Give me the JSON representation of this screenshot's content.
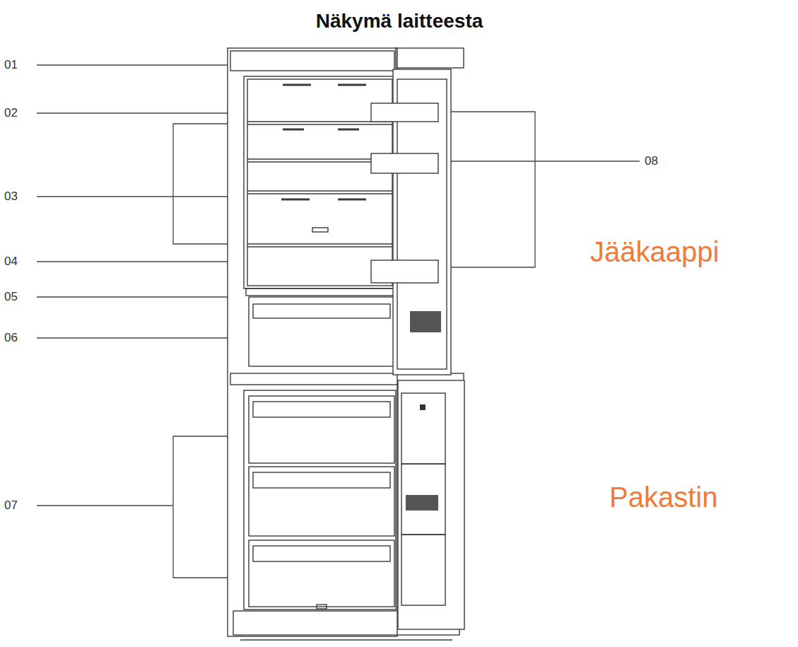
{
  "diagram": {
    "title": "Näkymä laitteesta",
    "labels": [
      "01",
      "02",
      "03",
      "04",
      "05",
      "06",
      "07",
      "08",
      "Jääkaappi",
      "Pakastin"
    ]
  }
}
